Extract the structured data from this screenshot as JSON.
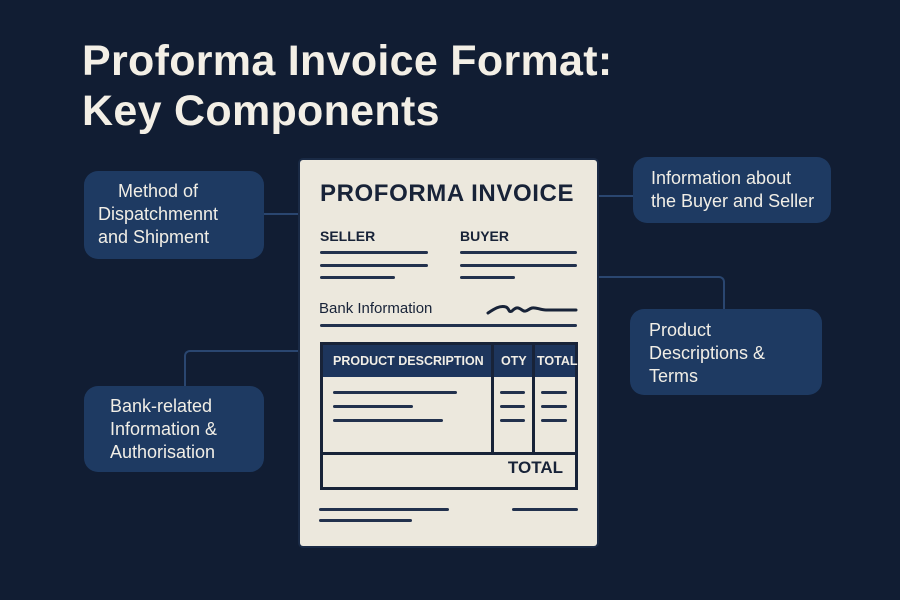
{
  "title": {
    "line1": "Proforma Invoice Format:",
    "line2": "Key Components"
  },
  "callouts": {
    "dispatch": [
      "Method of",
      "Dispatchmennt",
      "and Shipment"
    ],
    "parties": [
      "Information about",
      "the Buyer and Seller"
    ],
    "products": [
      "Product",
      "Descriptions &",
      "Terms"
    ],
    "bank": [
      "Bank-related",
      "Information &",
      "Authorisation"
    ]
  },
  "document": {
    "heading": "PROFORMA INVOICE",
    "seller_label": "SELLER",
    "buyer_label": "BUYER",
    "bank_label": "Bank Information",
    "table": {
      "columns": [
        "PRODUCT DESCRIPTION",
        "OTY",
        "TOTAL"
      ],
      "total_label": "TOTAL"
    }
  },
  "colors": {
    "background": "#111d33",
    "callout": "#1e3a62",
    "paper": "#ece8dd",
    "ink": "#182338",
    "table_header": "#1d355c"
  }
}
